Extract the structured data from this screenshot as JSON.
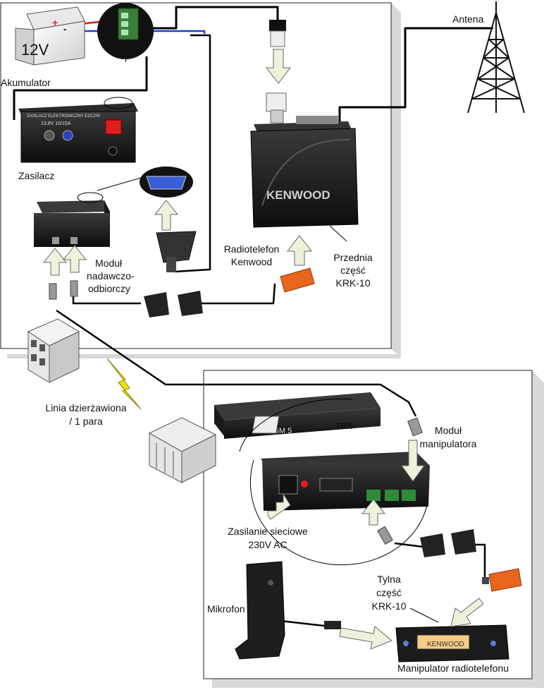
{
  "labels": {
    "battery_voltage": "12V",
    "battery": "Akumulator",
    "power_supply": "Zasilacz",
    "antenna": "Antena",
    "transceiver_module": [
      "Moduł",
      "nadawczo-",
      "odbiorczy"
    ],
    "radio": [
      "Radiotelefon",
      "Kenwood"
    ],
    "front_krk": [
      "Przednia",
      "część",
      "KRK-10"
    ],
    "leased_line": [
      "Linia dzierżawiona",
      "/ 1 para"
    ],
    "controller_module": [
      "Moduł",
      "manipulatora"
    ],
    "mains_power": [
      "Zasilanie sieciowe",
      "230V AC"
    ],
    "rear_krk": [
      "Tylna",
      "część",
      "KRK-10"
    ],
    "microphone": "Mikrofon",
    "radio_controller": "Manipulator radiotelefonu"
  },
  "device_text": {
    "kenwood": "KENWOOD",
    "sgm": "SGM 5",
    "trx": "TRX",
    "psu_panel": [
      "ZASILACZ ELEKTRONICZNY EZC200",
      "13.8V 10/15A"
    ],
    "display": "KENWOOD",
    "plus": "+",
    "minus": "-"
  },
  "colors": {
    "wire": "#000000",
    "positive_wire": "#e02020",
    "negative_wire": "#1f3fd0",
    "arrow_fill": "#eef2dc",
    "lightning": "#f2e100",
    "plug_orange": "#e8651c",
    "connector_green": "#2e8b3a"
  }
}
